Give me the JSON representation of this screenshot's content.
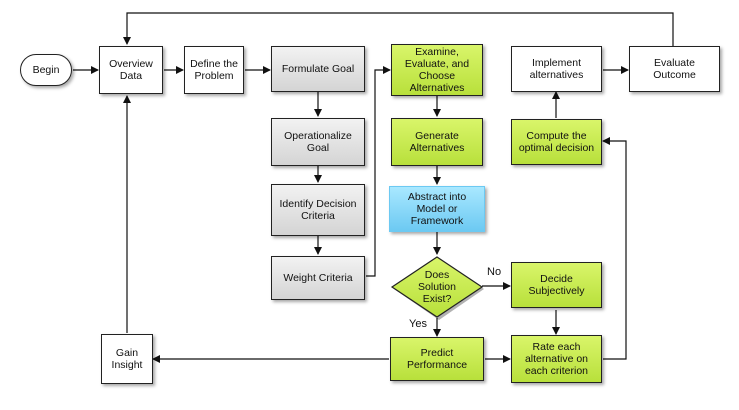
{
  "nodes": {
    "begin": "Begin",
    "overview": "Overview\nData",
    "define": "Define the\nProblem",
    "formulate": "Formulate Goal",
    "operationalize": "Operationalize\nGoal",
    "identify": "Identify Decision\nCriteria",
    "weight": "Weight Criteria",
    "examine": "Examine,\nEvaluate, and\nChoose\nAlternatives",
    "generate": "Generate\nAlternatives",
    "abstract": "Abstract into\nModel or\nFramework",
    "solution": "Does\nSolution\nExist?",
    "predict": "Predict\nPerformance",
    "gain": "Gain\nInsight",
    "decide": "Decide\nSubjectively",
    "rate": "Rate each\nalternative on\neach criterion",
    "compute": "Compute the\noptimal decision",
    "implement": "Implement\nalternatives",
    "evaluate": "Evaluate\nOutcome"
  },
  "edge_labels": {
    "no": "No",
    "yes": "Yes"
  },
  "colors": {
    "green_fill": "#c6ea4e",
    "blue_fill": "#8fdcff",
    "gray_fill": "#e3e3e3",
    "stroke": "#222222"
  }
}
